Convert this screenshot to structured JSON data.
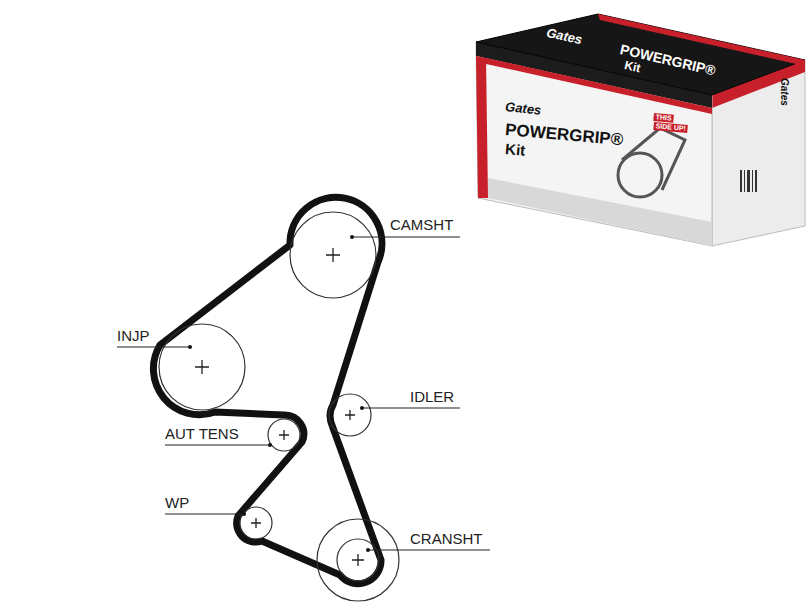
{
  "diagram": {
    "labels": [
      "Gates",
      "POWERGRIP®",
      "Kit",
      "Gates",
      "POWERGRIP®",
      "Kit",
      "THIS",
      "SIDE UP!",
      "Gates",
      "CAMSHT",
      "INJP",
      "IDLER",
      "AUT TENS",
      "WP",
      "CRANSHT"
    ]
  }
}
